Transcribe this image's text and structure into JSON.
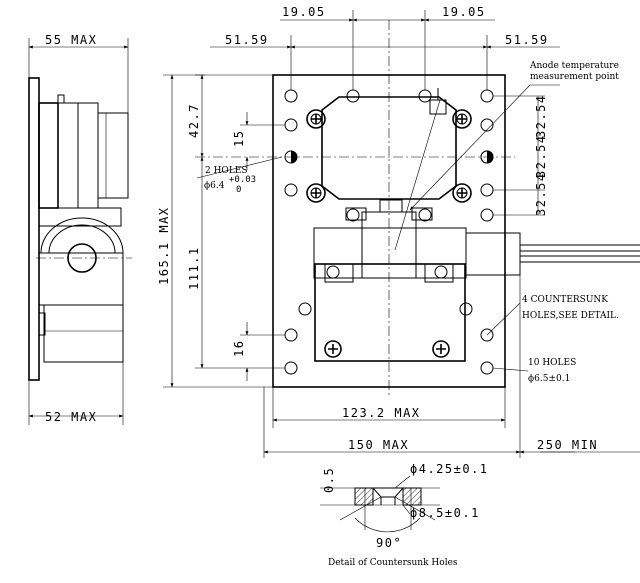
{
  "dimensions": {
    "top_left_spacing": "19.05",
    "top_right_spacing": "19.05",
    "left_outer": "51.59",
    "right_outer": "51.59",
    "side_depth": "55 MAX",
    "side_bottom": "52 MAX",
    "height_total": "165.1 MAX",
    "height_inner": "111.1",
    "height_top": "42.7",
    "hole_gap_15": "15",
    "hole_gap_16": "16",
    "right_spacing_1": "32.54",
    "right_spacing_2": "32.54",
    "right_spacing_3": "32.54",
    "width_inner": "123.2 MAX",
    "width_total": "150 MAX",
    "lead_length": "250 MIN",
    "detail_depth": "0.5",
    "detail_small": "ϕ4.25±0.1",
    "detail_large": "ϕ8.5±0.1",
    "detail_angle": "90°"
  },
  "notes": {
    "anode_1": "Anode temperature",
    "anode_2": "measurement point",
    "two_holes": "2 HOLES",
    "two_holes_dia": "ϕ6.4",
    "two_holes_tol_upper": "+0.03",
    "two_holes_tol_lower": "0",
    "countersunk_1": "4 COUNTERSUNK",
    "countersunk_2": "HOLES,SEE DETAIL.",
    "ten_holes": "10 HOLES",
    "ten_holes_dia": "ϕ6.5±0.1",
    "detail_caption": "Detail of Countersunk Holes"
  }
}
